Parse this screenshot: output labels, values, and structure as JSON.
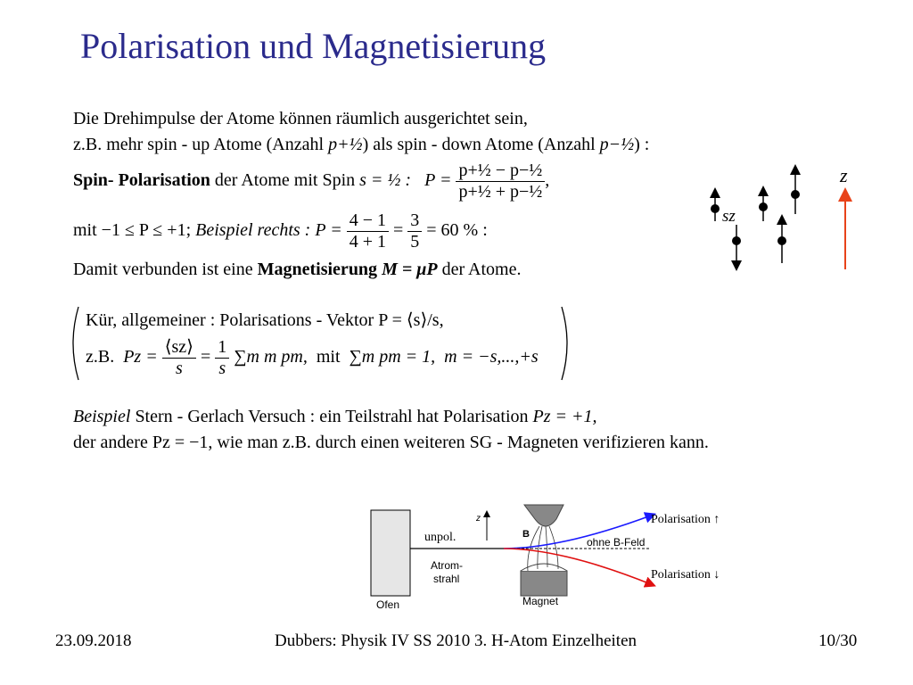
{
  "title": "Polarisation und Magnetisierung",
  "text": {
    "intro1": "Die Drehimpulse der Atome können räumlich ausgerichtet sein,",
    "intro2_a": "z.B. mehr spin - up Atome (Anzahl ",
    "intro2_b": ") als spin - down Atome (Anzahl ",
    "intro2_c": ") :",
    "spinpol_bold": "Spin- Polarisation",
    "spinpol_rest": " der Atome mit Spin ",
    "spinpol_s": "s = ½ :",
    "spinpol_P": "P =",
    "frac_num": "p+½ − p−½",
    "frac_den": "p+½ + p−½",
    "comma": ",",
    "mit_a": "mit −1 ≤ P ≤ +1;",
    "mit_b": "Beispiel rechts :",
    "mit_P": "P =",
    "ex_num1": "4 − 1",
    "ex_den1": "4 + 1",
    "ex_num2": "3",
    "ex_den2": "5",
    "ex_result": "= 60 % :",
    "damit_a": "Damit verbunden ist eine ",
    "damit_bold": "Magnetisierung",
    "damit_M": "M = μP",
    "damit_b": " der Atome.",
    "kur1": "Kür, allgemeiner : Polarisations - Vektor P = ⟨s⟩/s,",
    "kur2_zb": "z.B.",
    "kur2_Pz": "Pz =",
    "kur2_num": "⟨sz⟩",
    "kur2_den": "s",
    "kur2_num2": "1",
    "kur2_den2": "s",
    "kur2_sum1": "∑m m pm,",
    "kur2_mit": "mit",
    "kur2_sum2": "∑m pm = 1,",
    "kur2_range": "m = −s,...,+s",
    "beispiel_a": "Beispiel",
    "beispiel_b": " Stern - Gerlach Versuch : ein Teilstrahl hat Polarisation ",
    "beispiel_c": "Pz = +1,",
    "andere": "der andere Pz = −1, wie man z.B. durch einen weiteren SG - Magneten verifizieren kann.",
    "p_plus": "p+½",
    "p_minus": "p−½"
  },
  "diagram_right": {
    "z_label": "z",
    "sz_label": "sz"
  },
  "diagram_bottom": {
    "ofen": "Ofen",
    "unpol": "unpol.",
    "atomstrahl": "Atrom-",
    "strahl": "strahl",
    "z": "z",
    "B": "B",
    "magnet": "Magnet",
    "ohne": "ohne B-Feld",
    "pol_up": "Polarisation ↑",
    "pol_down": "Polarisation ↓"
  },
  "footer": {
    "date": "23.09.2018",
    "center": "Dubbers: Physik IV SS 2010 3. H-Atom Einzelheiten",
    "page": "10/30"
  },
  "colors": {
    "title": "#2b2b8c",
    "arrow_red": "#e8431a",
    "beam_blue": "#1a1aff",
    "beam_red": "#e01010"
  }
}
